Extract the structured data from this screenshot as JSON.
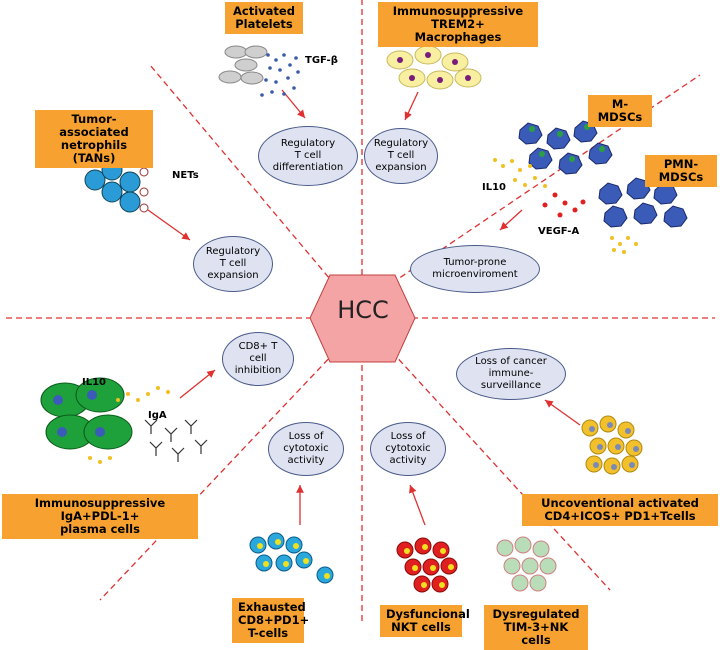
{
  "center": "HCC",
  "boxes": {
    "activated_platelets": "Activated\nPlatelets",
    "trem2_macrophages": "Immunosuppressive TREM2+\nMacrophages",
    "tans": "Tumor-associated\nnetrophils (TANs)",
    "m_mdscs": "M-MDSCs",
    "pmn_mdscs": "PMN-MDSCs",
    "iga_plasma": "Immunosuppressive IgA+PDL-1+\nplasma cells",
    "unconventional": "Uncoventional activated\nCD4+ICOS+ PD1+Tcells",
    "exhausted_cd8": "Exhausted\nCD8+PD1+\nT-cells",
    "nkt": "Dysfuncional\nNKT cells",
    "tim3_nk": "Dysregulated\nTIM-3+NK cells"
  },
  "ovals": {
    "treg_diff": "Regulatory\nT cell\ndifferentiation",
    "treg_exp_top": "Regulatory\nT cell\nexpansion",
    "treg_exp_left": "Regulatory\nT cell\nexpansion",
    "tumor_micro": "Tumor-prone\nmicroenviroment",
    "cd8_inhib": "CD8+ T\ncell\ninhibition",
    "loss_cyto_left": "Loss of\ncytotoxic\nactivity",
    "loss_cyto_right": "Loss of\ncytotoxic\nactivity",
    "loss_surveillance": "Loss of cancer\nimmune-\nsurveillance"
  },
  "labels": {
    "tgf": "TGF-β",
    "nets": "NETs",
    "il10_right": "IL10",
    "vegf": "VEGF-A",
    "il10_left": "IL10",
    "iga": "IgA"
  },
  "colors": {
    "box": "#f7a130",
    "oval": "#dfe3f1",
    "hexagon": "#f4a4a4",
    "dashed": "#e03030",
    "arrow": "#e03030"
  }
}
